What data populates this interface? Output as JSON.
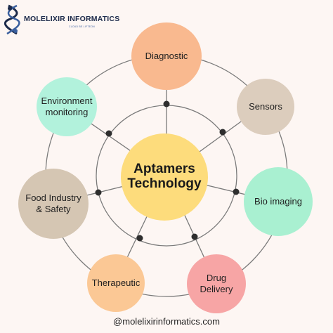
{
  "brand": {
    "name": "MOLELIXIR INFORMATICS",
    "tagline": "CLOUD BE LIFTEON"
  },
  "center": {
    "line1": "Aptamers",
    "line2": "Technology",
    "color": "#fddc7c"
  },
  "nodes": [
    {
      "label": "Diagnostic",
      "color": "#f9b98f"
    },
    {
      "label": "Sensors",
      "color": "#dccdbd"
    },
    {
      "label": "Bio imaging",
      "color": "#a9f0d1"
    },
    {
      "label": "Drug Delivery",
      "color": "#f7a5a5"
    },
    {
      "label": "Therapeutic",
      "color": "#fbc895"
    },
    {
      "label": "Food Industry & Safety",
      "color": "#d5c6b3"
    },
    {
      "label": "Environment monitoring",
      "color": "#b2f2dc"
    }
  ],
  "footer": "@molelixirinformatics.com"
}
